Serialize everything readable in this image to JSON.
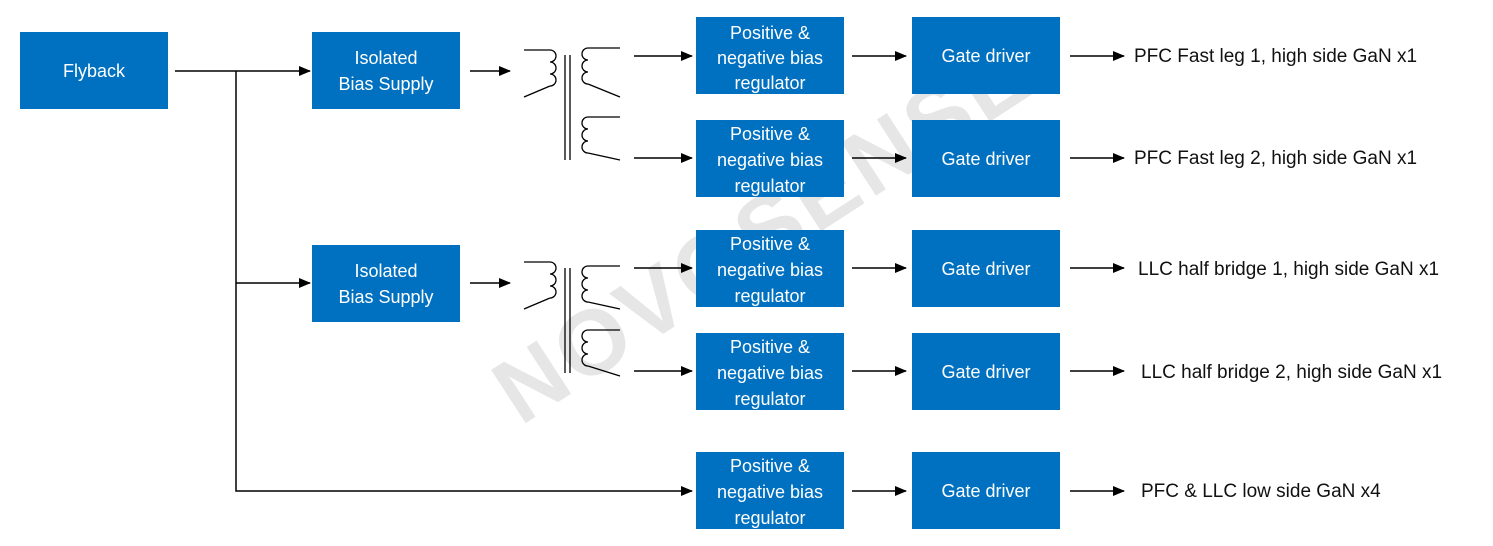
{
  "colors": {
    "box": "#0070c0",
    "box_text": "#ffffff",
    "line": "#000000",
    "watermark": "#e6e6e6"
  },
  "watermark": "NOVOSENSE",
  "flyback": {
    "label": "Flyback"
  },
  "isolated_supply": {
    "label_line1": "Isolated",
    "label_line2": "Bias Supply"
  },
  "regulator": {
    "label_line1": "Positive &",
    "label_line2": "negative bias",
    "label_line3": "regulator"
  },
  "gate_driver": {
    "label": "Gate driver"
  },
  "outputs": [
    "PFC Fast leg 1, high side GaN x1",
    "PFC Fast leg 2, high side GaN x1",
    "LLC half bridge 1, high side GaN x1",
    "LLC half bridge 2, high side GaN x1",
    "PFC & LLC low side GaN x4"
  ]
}
